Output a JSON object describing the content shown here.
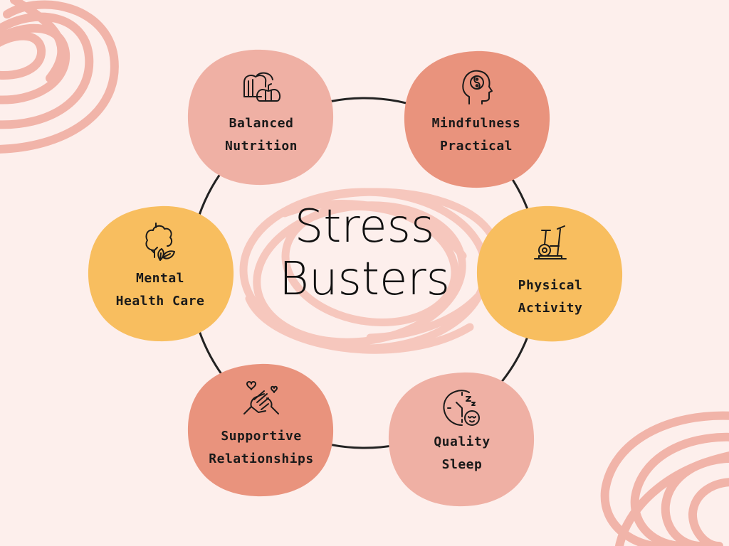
{
  "title": {
    "line1": "Stress",
    "line2": "Busters"
  },
  "colors": {
    "background": "#fdefec",
    "pink_light": "#f2b2a6",
    "pink_mid": "#ec9b86",
    "salmon": "#e8907a",
    "yellow": "#f8be5f",
    "ring": "#222222",
    "scribble": "#f1b4a9"
  },
  "nodes": [
    {
      "id": "balanced-nutrition",
      "line1": "Balanced",
      "line2": "Nutrition",
      "icon": "bread-pumpkin-icon",
      "color": "#efb0a4"
    },
    {
      "id": "mindfulness-practical",
      "line1": "Mindfulness",
      "line2": "Practical",
      "icon": "head-yin-yang-icon",
      "color": "#e9937d"
    },
    {
      "id": "mental-health-care",
      "line1": "Mental",
      "line2": "Health Care",
      "icon": "tree-leaves-icon",
      "color": "#f8be5f"
    },
    {
      "id": "physical-activity",
      "line1": "Physical",
      "line2": "Activity",
      "icon": "exercise-bike-icon",
      "color": "#f8be5f"
    },
    {
      "id": "supportive-relationships",
      "line1": "Supportive",
      "line2": "Relationships",
      "icon": "holding-hands-hearts-icon",
      "color": "#e9937d"
    },
    {
      "id": "quality-sleep",
      "line1": "Quality",
      "line2": "Sleep",
      "icon": "clock-sleep-icon",
      "color": "#efb0a4"
    }
  ]
}
